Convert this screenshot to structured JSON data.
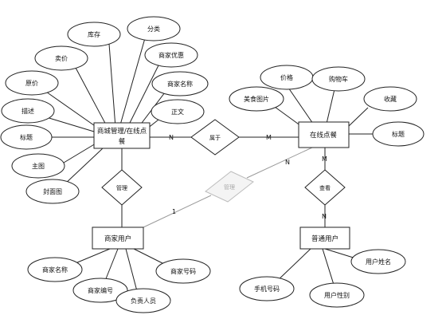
{
  "entities": {
    "mall_manage": {
      "label_line1": "商城管理/在线点",
      "label_line2": "餐"
    },
    "online_order": {
      "label": "在线点餐"
    },
    "merchant_user": {
      "label": "商家用户"
    },
    "normal_user": {
      "label": "普通用户"
    }
  },
  "relationships": {
    "belongs": {
      "label": "属于"
    },
    "manage": {
      "label": "管理"
    },
    "manage2": {
      "label": "管理"
    },
    "view": {
      "label": "查看"
    }
  },
  "cardinalities": {
    "belongs_left": "N",
    "belongs_right": "M",
    "manage2_merchant": "1",
    "manage2_order": "N",
    "view_order": "M",
    "view_user": "N"
  },
  "attributes": {
    "mall": [
      "库存",
      "分类",
      "卖价",
      "商家优惠",
      "原价",
      "商家名称",
      "描述",
      "正文",
      "标题",
      "主图",
      "封面图"
    ],
    "order": [
      "价格",
      "购物车",
      "美食图片",
      "收藏",
      "标题"
    ],
    "merchant": [
      "商家名称",
      "商家号码",
      "商家编号",
      "负责人员"
    ],
    "normal": [
      "用户姓名",
      "手机号码",
      "用户性别"
    ]
  }
}
